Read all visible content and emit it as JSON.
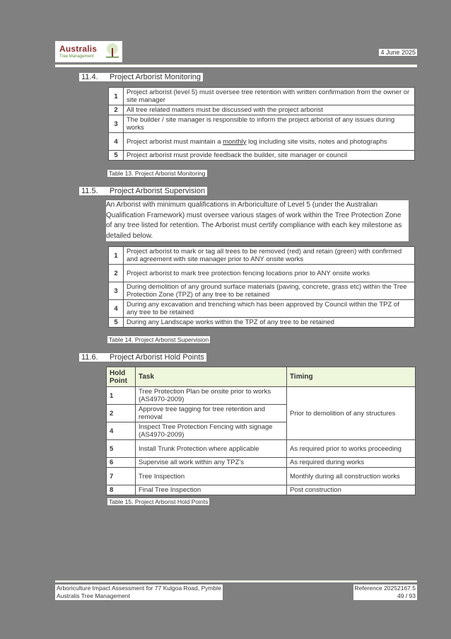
{
  "header": {
    "logo_main": "Australis",
    "logo_sub": "Tree Management",
    "date": "4 June 2025"
  },
  "section_11_4": {
    "number": "11.4.",
    "title": "Project Arborist Monitoring",
    "rows": [
      {
        "num": "1",
        "text": "Project arborist (level 5) must oversee tree retention with written confirmation from the owner or site manager"
      },
      {
        "num": "2",
        "text": "All tree related matters must be discussed with the project arborist"
      },
      {
        "num": "3",
        "text": "The builder / site manager is responsible to inform the project arborist of any issues during works"
      },
      {
        "num": "4",
        "text_before": "Project arborist must maintain a ",
        "text_underline": "monthly",
        "text_after": " log including site visits, notes and photographs"
      },
      {
        "num": "5",
        "text": "Project arborist must provide feedback the builder, site manager or council"
      }
    ],
    "caption": "Table 13. Project Arborist Monitoring"
  },
  "section_11_5": {
    "number": "11.5.",
    "title": "Project Arborist Supervision",
    "paragraph": "An Arborist with minimum qualifications in Arboriculture of Level 5 (under the Australian Qualification Framework) must oversee various stages of work within the Tree Protection Zone of any tree listed for retention. The Arborist must certify compliance with each key milestone as detailed below.",
    "rows": [
      {
        "num": "1",
        "text": "Project arborist to mark or tag all trees to be removed (red) and retain (green) with confirmed and agreement with site manager prior to ANY onsite works"
      },
      {
        "num": "2",
        "text": "Project arborist to mark tree protection fencing locations prior to ANY onsite works"
      },
      {
        "num": "3",
        "text": "During demolition of any ground surface materials (paving, concrete, grass etc) within the Tree Protection Zone (TPZ) of any tree to be retained"
      },
      {
        "num": "4",
        "text": "During any excavation and trenching which has been approved by Council within the TPZ of any tree to be retained"
      },
      {
        "num": "5",
        "text": "During any Landscape works within the TPZ of any tree to be retained"
      }
    ],
    "caption": "Table 14. Project Arborist Supervision"
  },
  "section_11_6": {
    "number": "11.6.",
    "title": "Project Arborist Hold Points",
    "headers": {
      "hold_point": "Hold Point",
      "task": "Task",
      "timing": "Timing"
    },
    "rows": [
      {
        "num": "1",
        "task": "Tree Protection Plan be onsite prior to works (AS4970-2009)"
      },
      {
        "num": "2",
        "task": "Approve tree tagging for tree retention and removal"
      },
      {
        "num": "4",
        "task": "Inspect Tree Protection Fencing with signage (AS4970-2009)"
      },
      {
        "num": "5",
        "task": "Install Trunk Protection where applicable",
        "timing": "As required prior to works proceeding"
      },
      {
        "num": "6",
        "task": "Supervise all work within any TPZ's",
        "timing": "As required during works"
      },
      {
        "num": "7",
        "task": "Tree Inspection",
        "timing": "Monthly during all construction works"
      },
      {
        "num": "8",
        "task": "Final Tree Inspection",
        "timing": "Post construction"
      }
    ],
    "merged_timing": "Prior to demolition of any structures",
    "caption": "Table 15. Project Arborist Hold Points"
  },
  "footer": {
    "left_line1": "Arboriculture Impact Assessment for 77 Kulgoa Road, Pymble",
    "left_line2": "Australis Tree Management",
    "reference": "Reference 20252167.5",
    "page": "49 / 93"
  }
}
